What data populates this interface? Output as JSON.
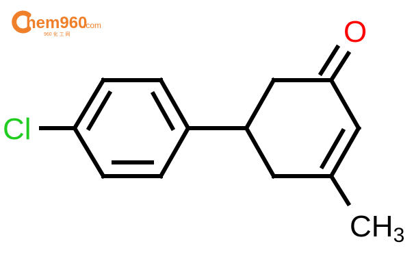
{
  "watermark": {
    "brand_c": "C",
    "brand_main": "hem960",
    "brand_com": ".com",
    "subtext": "960 化 工 网",
    "color": "#f07f2a"
  },
  "molecule": {
    "atoms": {
      "chlorine": "Cl",
      "oxygen": "O",
      "methyl_c": "CH",
      "methyl_sub": "3"
    },
    "colors": {
      "chlorine": "#1fcc1f",
      "oxygen": "#ff0000",
      "carbon": "#000000"
    }
  }
}
